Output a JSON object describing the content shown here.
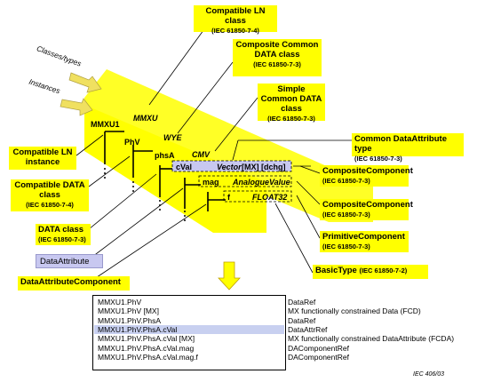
{
  "top_labels": {
    "classes_types": "Classes/types",
    "instances": "Instances"
  },
  "callouts": {
    "compatible_ln_class": {
      "title": "Compatible LN class",
      "ref": "(IEC 61850-7-4)"
    },
    "composite_common_data_class": {
      "title": "Composite Common DATA class",
      "ref": "(IEC 61850-7-3)"
    },
    "simple_common_data_class": {
      "title": "Simple Common DATA class",
      "ref": "(IEC 61850-7-3)"
    },
    "common_dataattribute_type": {
      "title": "Common DataAttribute type",
      "ref": "(IEC 61850-7-3)"
    },
    "composite_component_1": {
      "title": "CompositeComponent",
      "ref": "(IEC 61850-7-3)"
    },
    "composite_component_2": {
      "title": "CompositeComponent",
      "ref": "(IEC 61850-7-3)"
    },
    "primitive_component": {
      "title": "PrimitiveComponent",
      "ref": "(IEC 61850-7-3)"
    },
    "basic_type": {
      "title": "BasicType",
      "ref": "(IEC 61850-7-2)"
    },
    "compatible_ln_instance": {
      "title": "Compatible LN instance"
    },
    "compatible_data_class": {
      "title": "Compatible DATA class",
      "ref": "(IEC 61850-7-4)"
    },
    "data_class": {
      "title": "DATA class",
      "ref": "(IEC 61850-7-3)"
    },
    "data_attribute_component": {
      "title": "DataAttributeComponent"
    }
  },
  "data_attribute_box": "DataAttribute",
  "tree": {
    "mmxu1": "MMXU1",
    "mmxu": "MMXU",
    "phv": "PhV",
    "wye": "WYE",
    "phsa": "phsA",
    "cmv": "CMV",
    "cval": "cVal",
    "vector": "Vector",
    "mx_dchg": "[MX] [dchg]",
    "mag": "mag",
    "analogue_value": "AnalogueValue",
    "f": "f",
    "float32": "FLOAT32"
  },
  "ref_table": [
    {
      "path": "MMXU1.PhV",
      "type": "DataRef"
    },
    {
      "path": "MMXU1.PhV [MX]",
      "type": "MX functionally constrained Data (FCD)"
    },
    {
      "path": "MMXU1.PhV.PhsA",
      "type": "DataRef"
    },
    {
      "path": "MMXU1.PhV.PhsA.cVal",
      "type": "DataAttrRef"
    },
    {
      "path": "MMXU1.PhV.PhsA.cVal [MX]",
      "type": "MX functionally constrained DataAttribute (FCDA)"
    },
    {
      "path": "MMXU1.PhV.PhsA.cVal.mag",
      "type": "DAComponentRef"
    },
    {
      "path": "MMXU1.PhV.PhsA.cVal.mag.f",
      "type": "DAComponentRef"
    }
  ],
  "footer": "IEC   406/03",
  "colors": {
    "yellow": "#ffff00",
    "lavender": "#c8c8f0",
    "arrow": "#f0e060"
  }
}
